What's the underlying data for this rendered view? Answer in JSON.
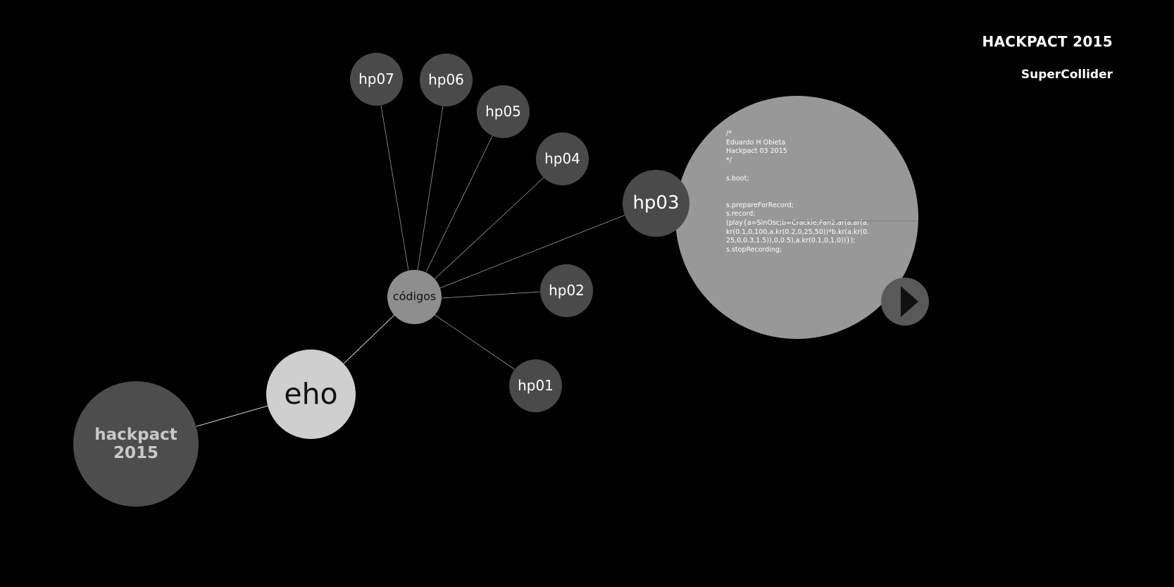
{
  "header": {
    "title": "HACKPACT 2015",
    "subtitle": "SuperCollider"
  },
  "nodes": {
    "root": "hackpact\n2015",
    "author": "eho",
    "codes": "códigos",
    "hp01": "hp01",
    "hp02": "hp02",
    "hp03": "hp03",
    "hp04": "hp04",
    "hp05": "hp05",
    "hp06": "hp06",
    "hp07": "hp07"
  },
  "code_panel": {
    "text": "/*\nEduardo H Obieta\nHackpact 03 2015\n*/\n\ns.boot;\n\n\ns.prepareForRecord;\ns.record;\n(play{a=SinOsc;b=Crackle;Pan2.ar(a.ar(a.kr(0.1,0,100,a.kr(0.2,0,25,50))*b.kr(a.kr(0.25,0,0.3,1.5)),0,0.5),a.kr(0.1,0,1,0))});\ns.stopRecording;",
    "play_icon": "play-icon"
  },
  "colors": {
    "background": "#000000",
    "node_dark": "#4a4a4a",
    "node_author": "#cfcfcf",
    "node_codes": "#8e8e8e",
    "code_bubble": "#989898",
    "link": "#bdbdbd"
  }
}
